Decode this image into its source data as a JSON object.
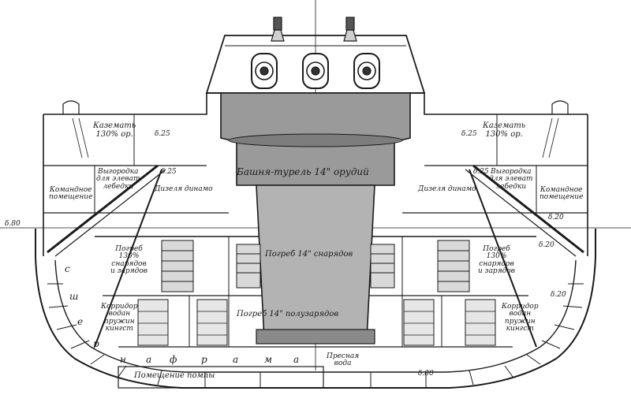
{
  "labels": {
    "casemate_left": [
      "Каземать",
      "130% ор."
    ],
    "casemate_right": [
      "Каземать",
      "130% ор."
    ],
    "dim_left_upper": "δ.25",
    "dim_right_upper": "δ.25",
    "dim_left_mid": "δ.25",
    "dim_right_mid": "δ.25",
    "dim_waterline_left": "δ.80",
    "dim_right_hull": "δ.20",
    "dim_right_belt": "δ.20",
    "dim_bottom": "δ.20",
    "dim_bottom2": "δ.80",
    "conning_left": [
      "Командное",
      "помещение"
    ],
    "conning_right": [
      "Командное",
      "помещение"
    ],
    "winch_left": [
      "Выгородка",
      "для элеват",
      "лебедки"
    ],
    "winch_right": [
      "Выгородка",
      "для элеват",
      "лебедки"
    ],
    "dynamo_left": "Дизеля динамо",
    "dynamo_right": "Дизеля динамо",
    "turret": "Башня-турель 14\" орудий",
    "shell_room_14": "Погреб 14\" снарядов",
    "shell_room_130_left": [
      "Погреб",
      "130%",
      "снарядов",
      "и зарядов"
    ],
    "shell_room_130_right": [
      "Погреб",
      "130%",
      "снарядов",
      "и зарядов"
    ],
    "charge_room_14": "Погреб 14\" полузарядов",
    "stores_left": [
      "Корридор",
      "водан",
      "пружин",
      "кингст"
    ],
    "stores_right": [
      "Корридор",
      "водан",
      "пружин",
      "кингст"
    ],
    "fresh_water": [
      "Пресная",
      "вода"
    ],
    "double_bottom": [
      "с",
      "ш",
      "е",
      "р",
      "н",
      "а",
      "ф",
      "р",
      "а",
      "м",
      "а"
    ],
    "keel_room": "Помещение помпы"
  }
}
